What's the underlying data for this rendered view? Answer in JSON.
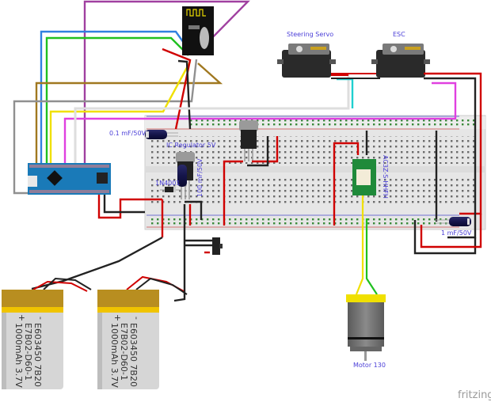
{
  "diagram": {
    "tool_watermark": "fritzing",
    "components": {
      "steering_servo": {
        "label": "Steering Servo"
      },
      "esc": {
        "label": "ESC"
      },
      "cap_small": {
        "label": "0.1 mF/50V"
      },
      "regulator": {
        "label": "IC Regulator 5V"
      },
      "cap_100": {
        "label": "100 mF/50V"
      },
      "diode": {
        "label": "1N4001"
      },
      "motor_driver": {
        "label": "AC3Z-S-HHFH"
      },
      "cap_1": {
        "label": "1 mF/50V"
      },
      "motor": {
        "label": "Motor 130"
      },
      "battery_1": {
        "line1": "E603450 7B20",
        "line2": "E7B02-D60-1",
        "line3": "1000mAh 3.7V",
        "plus": "+",
        "minus": "-"
      },
      "battery_2": {
        "line1": "E603450 7B20",
        "line2": "E7B02-D60-1",
        "line3": "1000mAh 3.7V",
        "plus": "+",
        "minus": "-"
      }
    },
    "colors": {
      "label": "#4b3fd8",
      "wire_red": "#d00000",
      "wire_black": "#222222",
      "wire_magenta": "#e040e0",
      "wire_cyan": "#20d0d0",
      "wire_purple": "#a040a0",
      "wire_blue": "#3080e0",
      "wire_green": "#20c020",
      "wire_yellow": "#f0e000",
      "wire_brown": "#a07820",
      "wire_gray": "#909090",
      "arduino": "#1a7ab8",
      "breadboard": "#e6e6e6",
      "driver_board": "#1f8a3a"
    }
  }
}
